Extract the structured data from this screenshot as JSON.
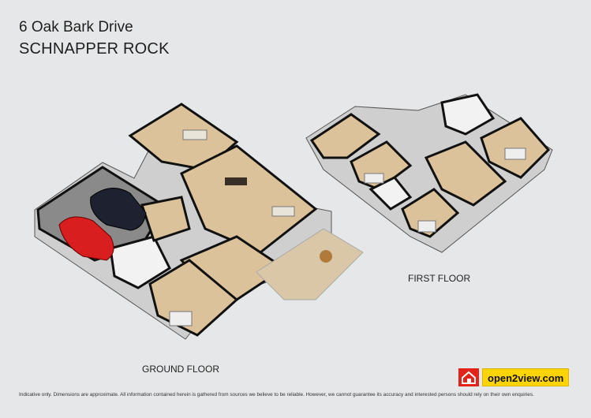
{
  "header": {
    "street": "6 Oak Bark Drive",
    "suburb": "SCHNAPPER ROCK"
  },
  "floors": {
    "ground": "GROUND FLOOR",
    "first": "FIRST FLOOR"
  },
  "brand": {
    "name": "open2view.com",
    "icon": "house-logo-icon",
    "colors": {
      "yellow": "#ffd400",
      "red": "#e2231a"
    }
  },
  "disclaimer": "Indicative only. Dimensions are approximate. All information contained herein is gathered from sources we believe to be reliable. However, we cannot guarantee its accuracy and interested persons should rely on their own enquiries.",
  "colors": {
    "floor": "#dcc29a",
    "wall": "#202020",
    "background": "#e6e7e8"
  }
}
